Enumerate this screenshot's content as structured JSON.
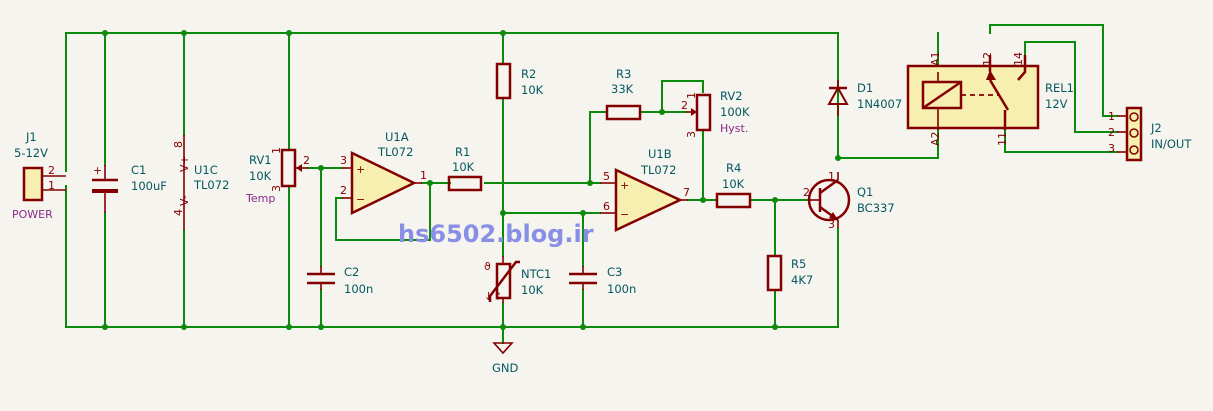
{
  "watermark": "hs6502.blog.ir",
  "ground_label": "GND",
  "components": {
    "J1": {
      "ref": "J1",
      "value": "5-12V",
      "field": "POWER",
      "pins": [
        "2",
        "1"
      ]
    },
    "C1": {
      "ref": "C1",
      "value": "100uF",
      "pins": [
        "+"
      ]
    },
    "U1C": {
      "ref": "U1C",
      "value": "TL072",
      "pins": [
        "8",
        "4"
      ],
      "pin_names": [
        "V+",
        "V-"
      ]
    },
    "RV1": {
      "ref": "RV1",
      "value": "10K",
      "field": "Temp",
      "pins": [
        "1",
        "2",
        "3"
      ]
    },
    "U1A": {
      "ref": "U1A",
      "value": "TL072",
      "pins": [
        "3",
        "2",
        "1"
      ]
    },
    "C2": {
      "ref": "C2",
      "value": "100n"
    },
    "R1": {
      "ref": "R1",
      "value": "10K"
    },
    "R2": {
      "ref": "R2",
      "value": "10K"
    },
    "NTC1": {
      "ref": "NTC1",
      "value": "10K"
    },
    "R3": {
      "ref": "R3",
      "value": "33K"
    },
    "RV2": {
      "ref": "RV2",
      "value": "100K",
      "field": "Hyst.",
      "pins": [
        "1",
        "2",
        "3"
      ]
    },
    "U1B": {
      "ref": "U1B",
      "value": "TL072",
      "pins": [
        "5",
        "6",
        "7"
      ]
    },
    "C3": {
      "ref": "C3",
      "value": "100n"
    },
    "R4": {
      "ref": "R4",
      "value": "10K"
    },
    "R5": {
      "ref": "R5",
      "value": "4K7"
    },
    "Q1": {
      "ref": "Q1",
      "value": "BC337",
      "pins": [
        "1",
        "2",
        "3"
      ]
    },
    "D1": {
      "ref": "D1",
      "value": "1N4007"
    },
    "REL1": {
      "ref": "REL1",
      "value": "12V",
      "pins": [
        "A1",
        "A2",
        "12",
        "14",
        "11"
      ]
    },
    "J2": {
      "ref": "J2",
      "value": "IN/OUT",
      "pins": [
        "1",
        "2",
        "3"
      ]
    }
  },
  "colors": {
    "wire": "#0c8a0c",
    "component": "#840000",
    "body_fill": "#f6efb0",
    "label": "#065860",
    "field": "#8a2a8a",
    "watermark": "#8a8fe6",
    "background": "#f5f4ef"
  }
}
